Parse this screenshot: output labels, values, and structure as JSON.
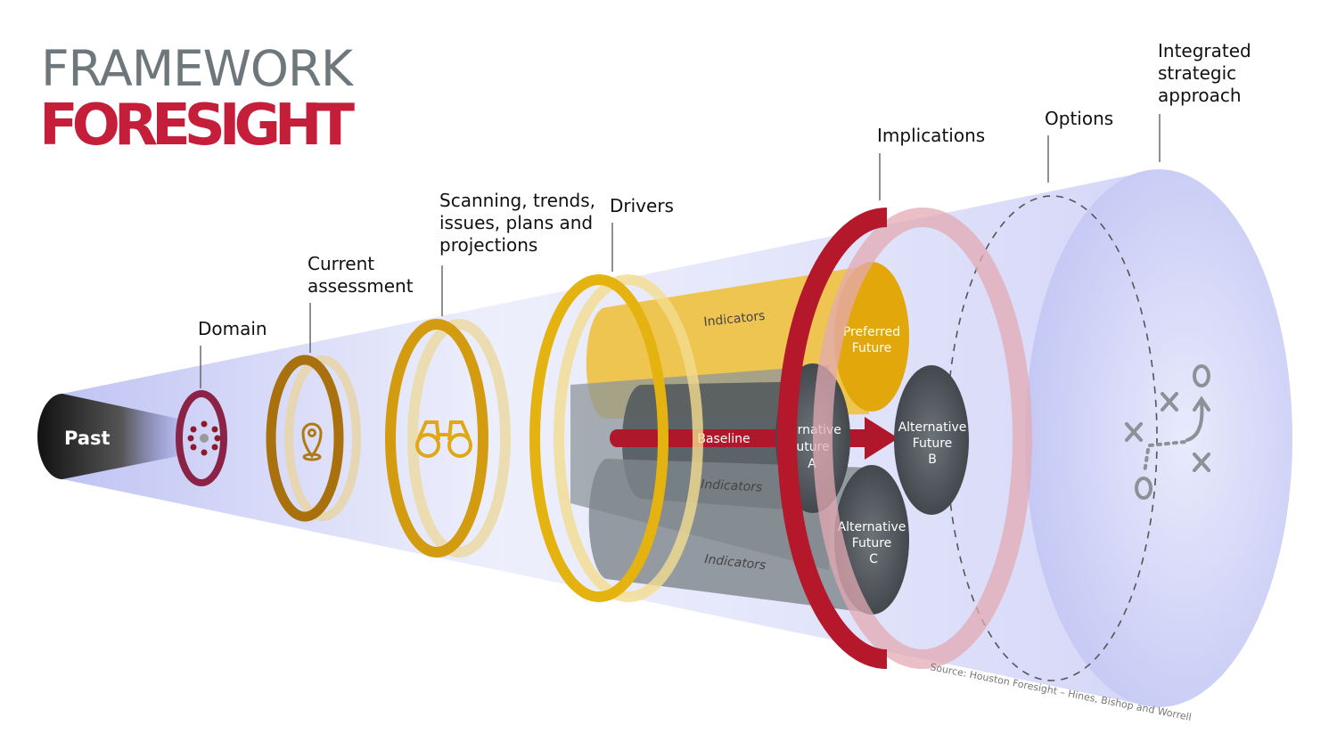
{
  "title": {
    "line1": "FRAMEWORK",
    "line2": "FORESIGHT"
  },
  "stages": {
    "past": "Past",
    "domain": "Domain",
    "current": [
      "Current",
      "assessment"
    ],
    "scanning": [
      "Scanning, trends,",
      "issues, plans and",
      "projections"
    ],
    "drivers": "Drivers",
    "implications": "Implications",
    "options": "Options",
    "integrated": [
      "Integrated",
      "strategic",
      "approach"
    ]
  },
  "inner": {
    "indicators_top": "Indicators",
    "indicators_mid": "Indicators",
    "indicators_bottom": "Indicators",
    "baseline": "Baseline",
    "preferred": [
      "Preferred",
      "Future"
    ],
    "alt_a": [
      "ernative",
      "uture",
      "A"
    ],
    "alt_b": [
      "Alternative",
      "Future",
      "B"
    ],
    "alt_c": [
      "Alternative",
      "Future",
      "C"
    ]
  },
  "source": "Source: Houston Foresight – Hines, Bishop and Worrell",
  "colors": {
    "gray": "#6e777b",
    "red": "#c41e3a",
    "gold": "#e5b30f",
    "lavender": "#c9cdf6"
  }
}
